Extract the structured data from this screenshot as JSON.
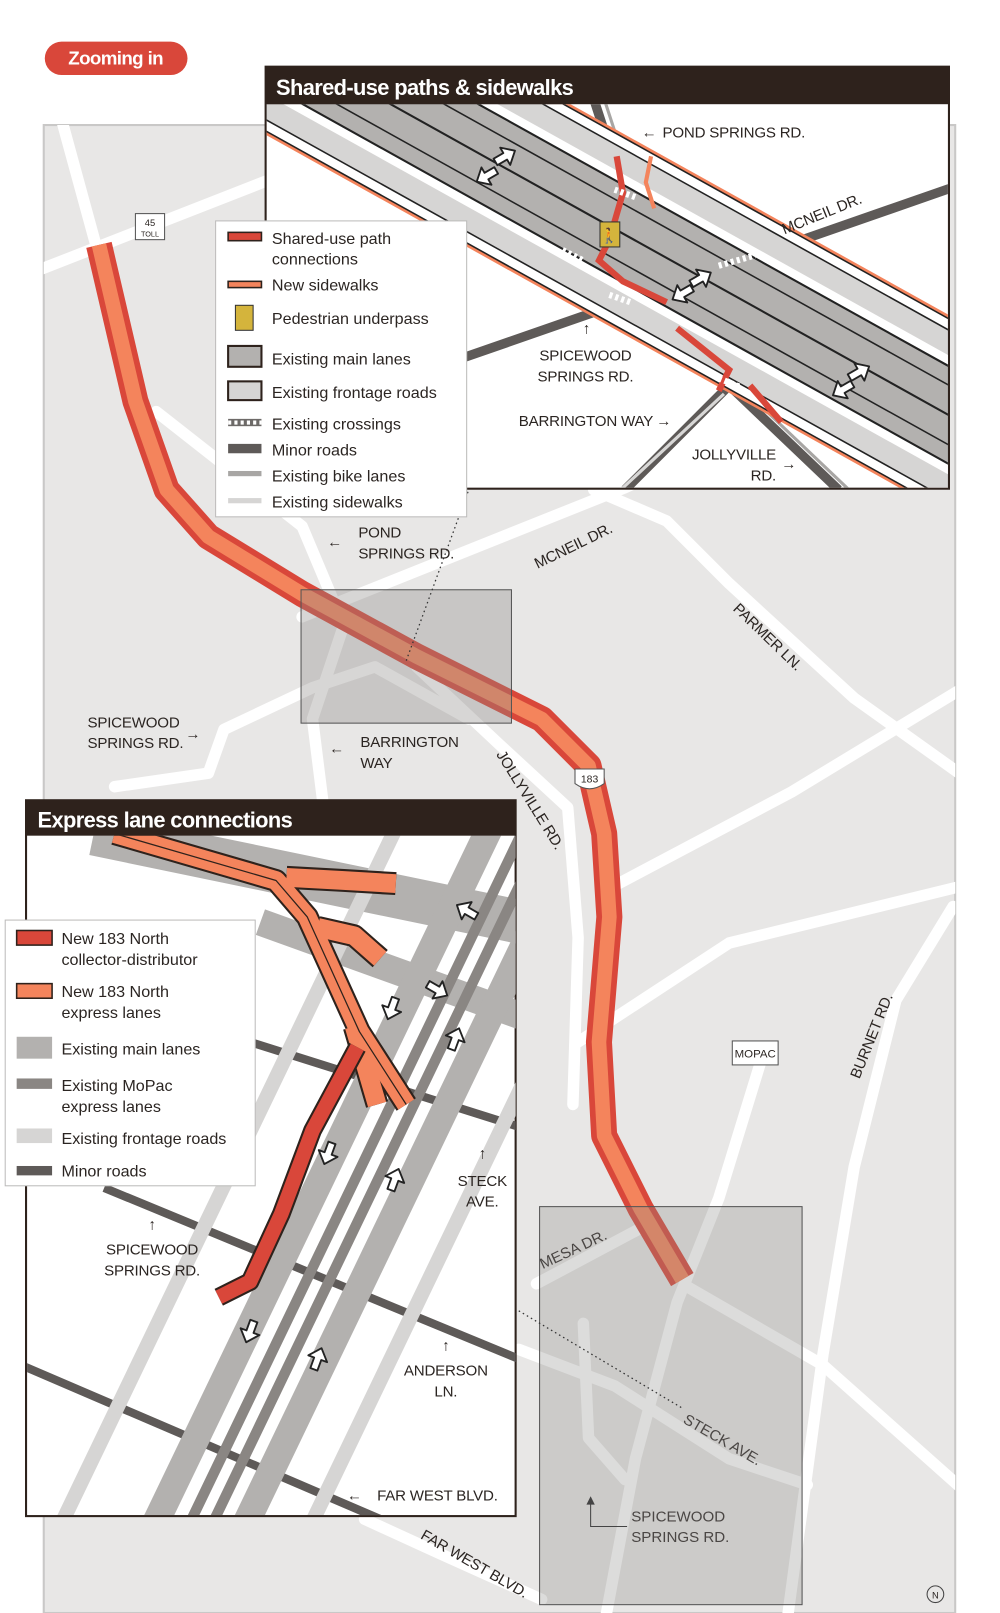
{
  "badge": {
    "label": "Zooming in"
  },
  "colors": {
    "accent": "#d9473a",
    "orange": "#f4845c",
    "header": "#2e221c",
    "map_bg": "#e8e7e6",
    "main_lanes": "#b3b1af",
    "minor_roads": "#5e5a58"
  },
  "main_map": {
    "shields": {
      "toll": [
        "45",
        "TOLL"
      ],
      "us183": "183",
      "mopac": "MOPAC"
    },
    "labels": {
      "pond_springs": [
        "POND",
        "SPRINGS RD."
      ],
      "mcneil": "MCNEIL DR.",
      "parmer": "PARMER LN.",
      "spicewood": [
        "SPICEWOOD",
        "SPRINGS RD."
      ],
      "barrington": [
        "BARRINGTON",
        "WAY"
      ],
      "jollyville": "JOLLYVILLE RD.",
      "burnet": "BURNET RD.",
      "mesa": "MESA DR.",
      "steck": "STECK AVE.",
      "spicewood_south": [
        "SPICEWOOD",
        "SPRINGS RD."
      ],
      "far_west": "FAR WEST BLVD."
    },
    "north": "N"
  },
  "shared_use_inset": {
    "title": "Shared-use paths & sidewalks",
    "labels": {
      "pond_springs": "POND SPRINGS RD.",
      "mcneil": "MCNEIL DR.",
      "spicewood": [
        "SPICEWOOD",
        "SPRINGS RD."
      ],
      "barrington": "BARRINGTON WAY",
      "jollyville": [
        "JOLLYVILLE",
        "RD."
      ]
    },
    "legend": [
      {
        "lines": [
          "Shared-use path",
          "connections"
        ],
        "swatch": "shared-use"
      },
      {
        "lines": [
          "New sidewalks"
        ],
        "swatch": "sidewalk"
      },
      {
        "lines": [
          "Pedestrian underpass"
        ],
        "swatch": "pedestrian"
      },
      {
        "lines": [
          "Existing main lanes"
        ],
        "swatch": "main"
      },
      {
        "lines": [
          "Existing frontage roads"
        ],
        "swatch": "frontage"
      },
      {
        "lines": [
          "Existing crossings"
        ],
        "swatch": "crossing"
      },
      {
        "lines": [
          "Minor roads"
        ],
        "swatch": "minor"
      },
      {
        "lines": [
          "Existing bike lanes"
        ],
        "swatch": "bike"
      },
      {
        "lines": [
          "Existing sidewalks"
        ],
        "swatch": "sidewalks"
      }
    ]
  },
  "express_inset": {
    "title": "Express lane connections",
    "labels": {
      "steck": [
        "STECK",
        "AVE."
      ],
      "spicewood": [
        "SPICEWOOD",
        "SPRINGS RD."
      ],
      "anderson": [
        "ANDERSON",
        "LN."
      ],
      "far_west": "FAR WEST BLVD."
    },
    "legend": [
      {
        "lines": [
          "New 183 North",
          "collector-distributor"
        ],
        "swatch": "cd"
      },
      {
        "lines": [
          "New 183 North",
          "express lanes"
        ],
        "swatch": "express"
      },
      {
        "lines": [
          "Existing main lanes"
        ],
        "swatch": "main"
      },
      {
        "lines": [
          "Existing MoPac",
          "express lanes"
        ],
        "swatch": "mopac"
      },
      {
        "lines": [
          "Existing frontage roads"
        ],
        "swatch": "frontage"
      },
      {
        "lines": [
          "Minor roads"
        ],
        "swatch": "minor"
      }
    ]
  }
}
